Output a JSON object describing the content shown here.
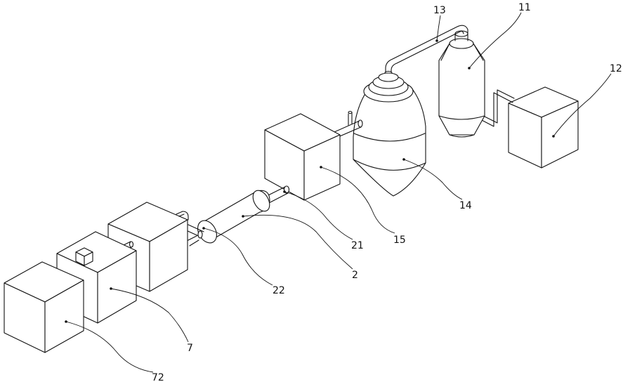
{
  "labels": {
    "l11": "11",
    "l12": "12",
    "l13": "13",
    "l14": "14",
    "l15": "15",
    "l21": "21",
    "l2": "2",
    "l22": "22",
    "l7": "7",
    "l72": "72"
  }
}
